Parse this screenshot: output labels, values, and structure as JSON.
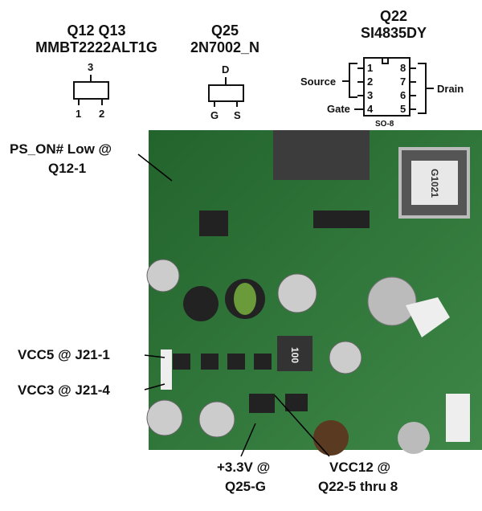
{
  "parts": [
    {
      "ref": "Q12 Q13",
      "name": "MMBT2222ALT1G",
      "pins": [
        "3",
        "1",
        "2"
      ]
    },
    {
      "ref": "Q25",
      "name": "2N7002_N",
      "pins": [
        "D",
        "G",
        "S"
      ]
    },
    {
      "ref": "Q22",
      "name": "SI4835DY",
      "package": "SO-8",
      "pins_left": [
        "1",
        "2",
        "3",
        "4"
      ],
      "pins_right": [
        "8",
        "7",
        "6",
        "5"
      ],
      "groups": {
        "source": "Source",
        "gate": "Gate",
        "drain": "Drain"
      }
    }
  ],
  "callouts": {
    "ps_on_1": "PS_ON# Low @",
    "ps_on_2": "Q12-1",
    "vcc5": "VCC5 @ J21-1",
    "vcc3": "VCC3 @ J21-4",
    "v33_1": "+3.3V @",
    "v33_2": "Q25-G",
    "vcc12_1": "VCC12 @",
    "vcc12_2": "Q22-5 thru 8"
  },
  "board_marks": {
    "chip": "G1021",
    "inductor": "100"
  },
  "colors": {
    "board": "#2f7a3a",
    "board_dark": "#1d5a28"
  }
}
